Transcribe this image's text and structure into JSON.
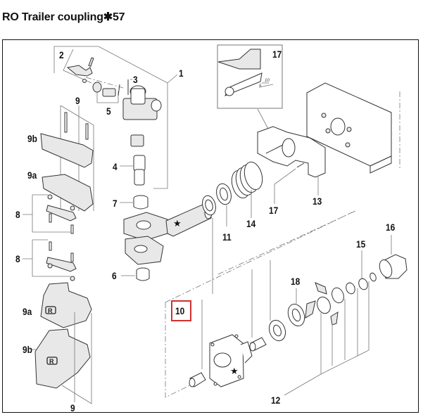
{
  "title": "RO Trailer coupling✱57",
  "diagram": {
    "highlighted_callout": "10",
    "highlight_color": "#d32f2f",
    "callouts": [
      {
        "id": "c1",
        "label": "1"
      },
      {
        "id": "c2",
        "label": "2"
      },
      {
        "id": "c3",
        "label": "3"
      },
      {
        "id": "c4",
        "label": "4"
      },
      {
        "id": "c5",
        "label": "5"
      },
      {
        "id": "c6",
        "label": "6"
      },
      {
        "id": "c7",
        "label": "7"
      },
      {
        "id": "c8a",
        "label": "8"
      },
      {
        "id": "c8b",
        "label": "8"
      },
      {
        "id": "c9top",
        "label": "9"
      },
      {
        "id": "c9bottom",
        "label": "9"
      },
      {
        "id": "c9b-top",
        "label": "9b"
      },
      {
        "id": "c9a-top",
        "label": "9a"
      },
      {
        "id": "c9a-bottom",
        "label": "9a"
      },
      {
        "id": "c9b-bottom",
        "label": "9b"
      },
      {
        "id": "c10",
        "label": "10"
      },
      {
        "id": "c11",
        "label": "11"
      },
      {
        "id": "c12",
        "label": "12"
      },
      {
        "id": "c13",
        "label": "13"
      },
      {
        "id": "c14",
        "label": "14"
      },
      {
        "id": "c15",
        "label": "15"
      },
      {
        "id": "c16",
        "label": "16"
      },
      {
        "id": "c17-inset",
        "label": "17"
      },
      {
        "id": "c17",
        "label": "17"
      },
      {
        "id": "c18",
        "label": "18"
      }
    ],
    "inset_dimensions": [
      "5",
      "10"
    ],
    "markers": [
      "★",
      "★"
    ]
  }
}
